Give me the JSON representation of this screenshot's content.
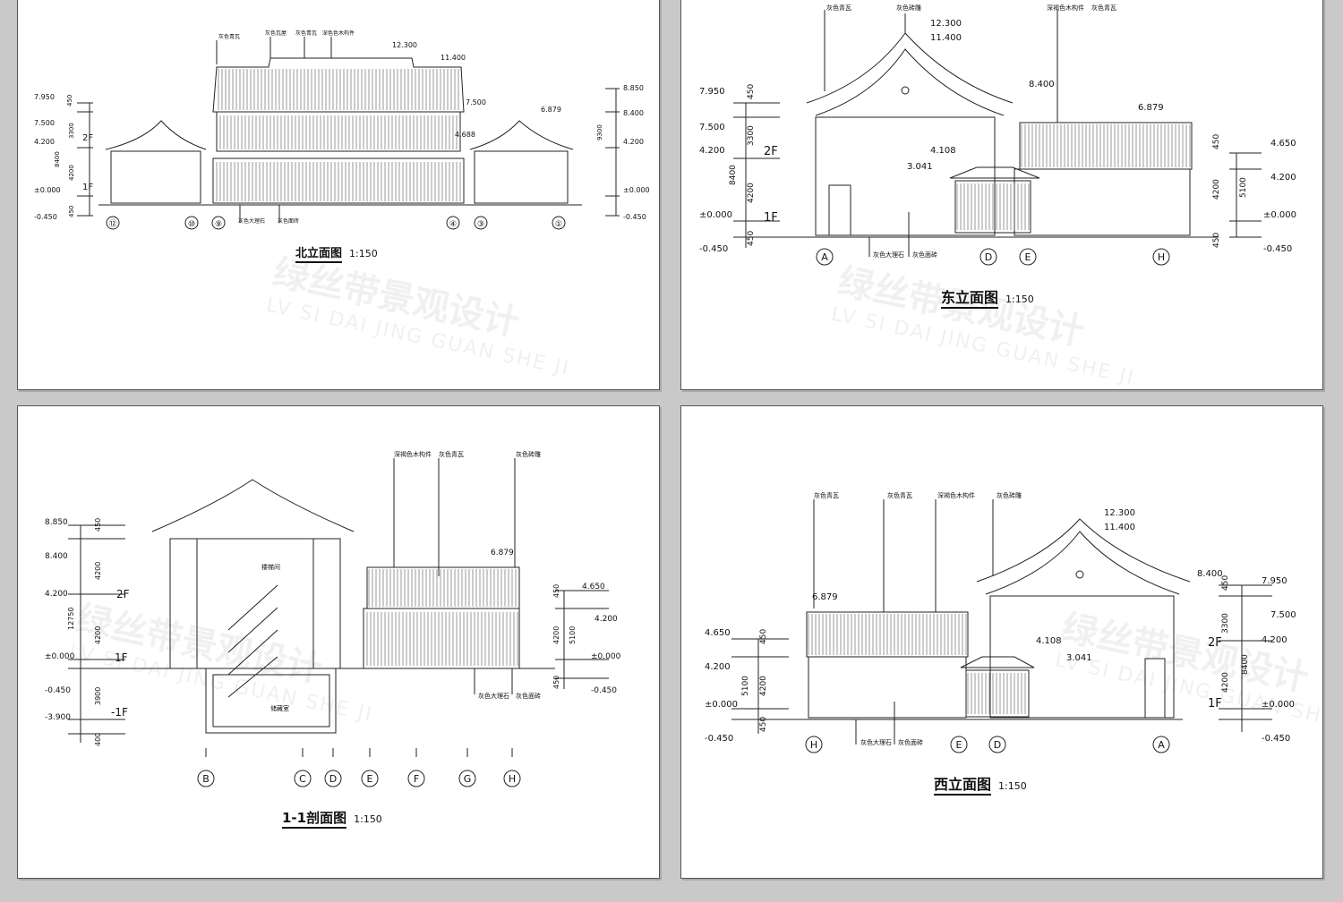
{
  "sheets": {
    "north": {
      "title": "北立面图",
      "scale": "1:150",
      "axes": [
        "⑫",
        "⑩",
        "⑨",
        "④",
        "③",
        "①"
      ],
      "levels_left": [
        "7.950",
        "7.500",
        "4.200",
        "±0.000",
        "-0.450"
      ],
      "levels_right": [
        "8.850",
        "8.400",
        "4.200",
        "±0.000",
        "-0.450"
      ],
      "levels_roof": [
        "12.300",
        "11.400",
        "7.500",
        "6.879",
        "4.688"
      ],
      "dims": [
        "450",
        "3300",
        "4200",
        "8400",
        "450",
        "2F",
        "1F",
        "9300"
      ],
      "notes": [
        "灰色青瓦",
        "灰色瓦屋",
        "灰色青瓦",
        "深色色木构件",
        "灰色大理石",
        "灰色面砖"
      ]
    },
    "east": {
      "title": "东立面图",
      "scale": "1:150",
      "axes": [
        "A",
        "D",
        "E",
        "H"
      ],
      "levels_left": [
        "7.950",
        "7.500",
        "4.200",
        "±0.000",
        "-0.450"
      ],
      "levels_right": [
        "4.650",
        "4.200",
        "±0.000",
        "-0.450"
      ],
      "levels_roof": [
        "12.300",
        "11.400",
        "8.400",
        "6.879",
        "4.108",
        "3.041"
      ],
      "dims": [
        "450",
        "3300",
        "4200",
        "8400",
        "450",
        "2F",
        "1F",
        "450",
        "4200",
        "5100",
        "450"
      ],
      "notes": [
        "灰色青瓦",
        "灰色砖雕",
        "深褐色木构件",
        "灰色青瓦",
        "灰色大理石",
        "灰色面砖"
      ]
    },
    "section": {
      "title": "1-1剖面图",
      "scale": "1:150",
      "axes": [
        "B",
        "C",
        "D",
        "E",
        "F",
        "G",
        "H"
      ],
      "levels_left": [
        "8.850",
        "8.400",
        "4.200",
        "±0.000",
        "-0.450",
        "-3.900"
      ],
      "levels_right": [
        "4.650",
        "4.200",
        "±0.000",
        "-0.450"
      ],
      "levels_roof": [
        "6.879"
      ],
      "dims": [
        "450",
        "4200",
        "4200",
        "12750",
        "3900",
        "400",
        "2F",
        "1F",
        "-1F",
        "450",
        "4200",
        "5100",
        "450"
      ],
      "notes": [
        "深褐色木构件",
        "灰色青瓦",
        "灰色砖雕",
        "灰色大理石",
        "灰色面砖"
      ],
      "room_labels": [
        "楼梯间",
        "储藏室"
      ]
    },
    "west": {
      "title": "西立面图",
      "scale": "1:150",
      "axes": [
        "H",
        "E",
        "D",
        "A"
      ],
      "levels_left": [
        "6.879",
        "4.650",
        "4.200",
        "±0.000",
        "-0.450"
      ],
      "levels_right": [
        "7.950",
        "7.500",
        "4.200",
        "±0.000",
        "-0.450"
      ],
      "levels_roof": [
        "12.300",
        "11.400",
        "8.400",
        "4.108",
        "3.041"
      ],
      "dims": [
        "450",
        "4200",
        "5100",
        "450",
        "450",
        "3300",
        "4200",
        "8400",
        "2F",
        "1F"
      ],
      "notes": [
        "灰色青瓦",
        "灰色青瓦",
        "深褐色木构件",
        "灰色砖雕",
        "灰色大理石",
        "灰色面砖"
      ]
    }
  },
  "watermark": {
    "cn": "绿丝带景观设计",
    "en": "LV SI DAI JING GUAN SHE JI"
  }
}
